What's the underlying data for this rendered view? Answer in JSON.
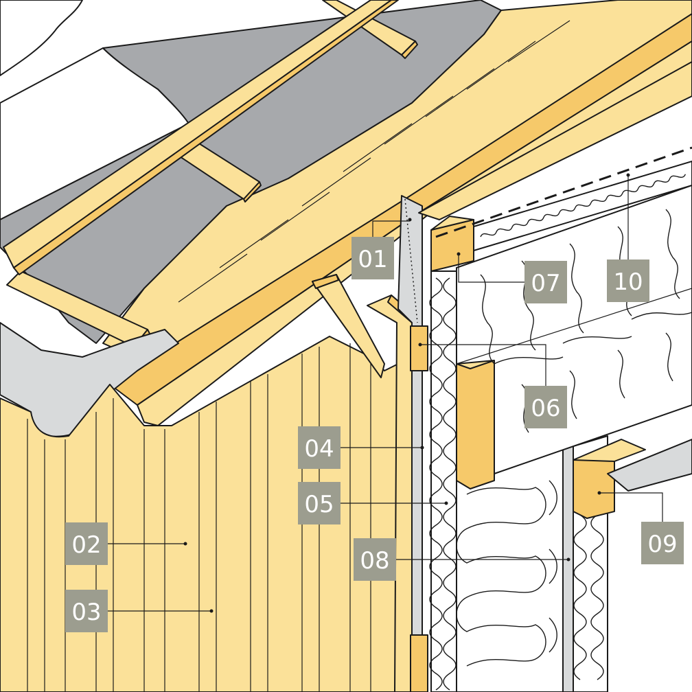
{
  "diagram": {
    "callouts": [
      {
        "id": "01",
        "label": "01"
      },
      {
        "id": "02",
        "label": "02"
      },
      {
        "id": "03",
        "label": "03"
      },
      {
        "id": "04",
        "label": "04"
      },
      {
        "id": "05",
        "label": "05"
      },
      {
        "id": "06",
        "label": "06"
      },
      {
        "id": "07",
        "label": "07"
      },
      {
        "id": "08",
        "label": "08"
      },
      {
        "id": "09",
        "label": "09"
      },
      {
        "id": "10",
        "label": "10"
      }
    ],
    "colors": {
      "callout_box": "#9c9d8f",
      "callout_text": "#ffffff",
      "wood_light": "#fbe199",
      "wood_dark": "#f6c96a",
      "membrane": "#a7a9ac",
      "flashing": "#d8dadb",
      "insulation": "#ffffff",
      "outline": "#1a1a1a"
    }
  }
}
